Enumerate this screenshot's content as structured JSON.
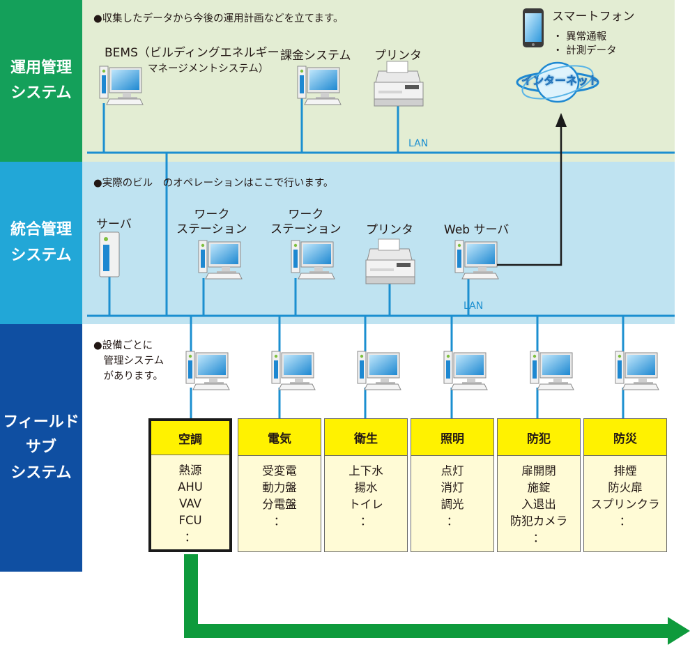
{
  "colors": {
    "ops_band": "#e3edd3",
    "ops_side": "#14a05a",
    "int_band": "#bfe3f1",
    "int_side": "#22a7d7",
    "field_side": "#0f4fa2",
    "lan": "#1b8fd0",
    "flow_arrow": "#0e9a3c",
    "category_header": "#fff200",
    "category_body": "#fffbd6"
  },
  "sections": {
    "ops": "運用管理\nシステム",
    "integrated": "統合管理\nシステム",
    "field": "フィールド\nサブ\nシステム"
  },
  "ops": {
    "note": "●収集したデータから今後の運用計画などを立てます。",
    "bems_line1": "BEMS（ビルディングエネルギー",
    "bems_line2": "マネージメントシステム）",
    "billing": "課金システム",
    "printer": "プリンタ",
    "lan": "LAN",
    "smartphone_label": "スマートフォン",
    "smartphone_items": [
      "・ 異常通報",
      "・ 計測データ"
    ],
    "internet": "インターネット"
  },
  "integrated": {
    "note": "●実際のビル　のオペレーションはここで行います。",
    "server": "サーバ",
    "ws1": "ワーク\nステーション",
    "ws2": "ワーク\nステーション",
    "printer": "プリンタ",
    "webserver": "Web サーバ",
    "lan": "LAN"
  },
  "field": {
    "note": "●設備ごとに\n　管理システム\n　があります。",
    "categories": [
      {
        "name": "空調",
        "items": [
          "熱源",
          "AHU",
          "VAV",
          "FCU",
          "："
        ],
        "selected": true
      },
      {
        "name": "電気",
        "items": [
          "受変電",
          "動力盤",
          "分電盤",
          "："
        ]
      },
      {
        "name": "衛生",
        "items": [
          "上下水",
          "揚水",
          "トイレ",
          "："
        ]
      },
      {
        "name": "照明",
        "items": [
          "点灯",
          "消灯",
          "調光",
          "："
        ]
      },
      {
        "name": "防犯",
        "items": [
          "扉開閉",
          "施錠",
          "入退出",
          "防犯カメラ",
          "："
        ]
      },
      {
        "name": "防災",
        "items": [
          "排煙",
          "防火扉",
          "スプリンクラ",
          "："
        ]
      }
    ]
  }
}
